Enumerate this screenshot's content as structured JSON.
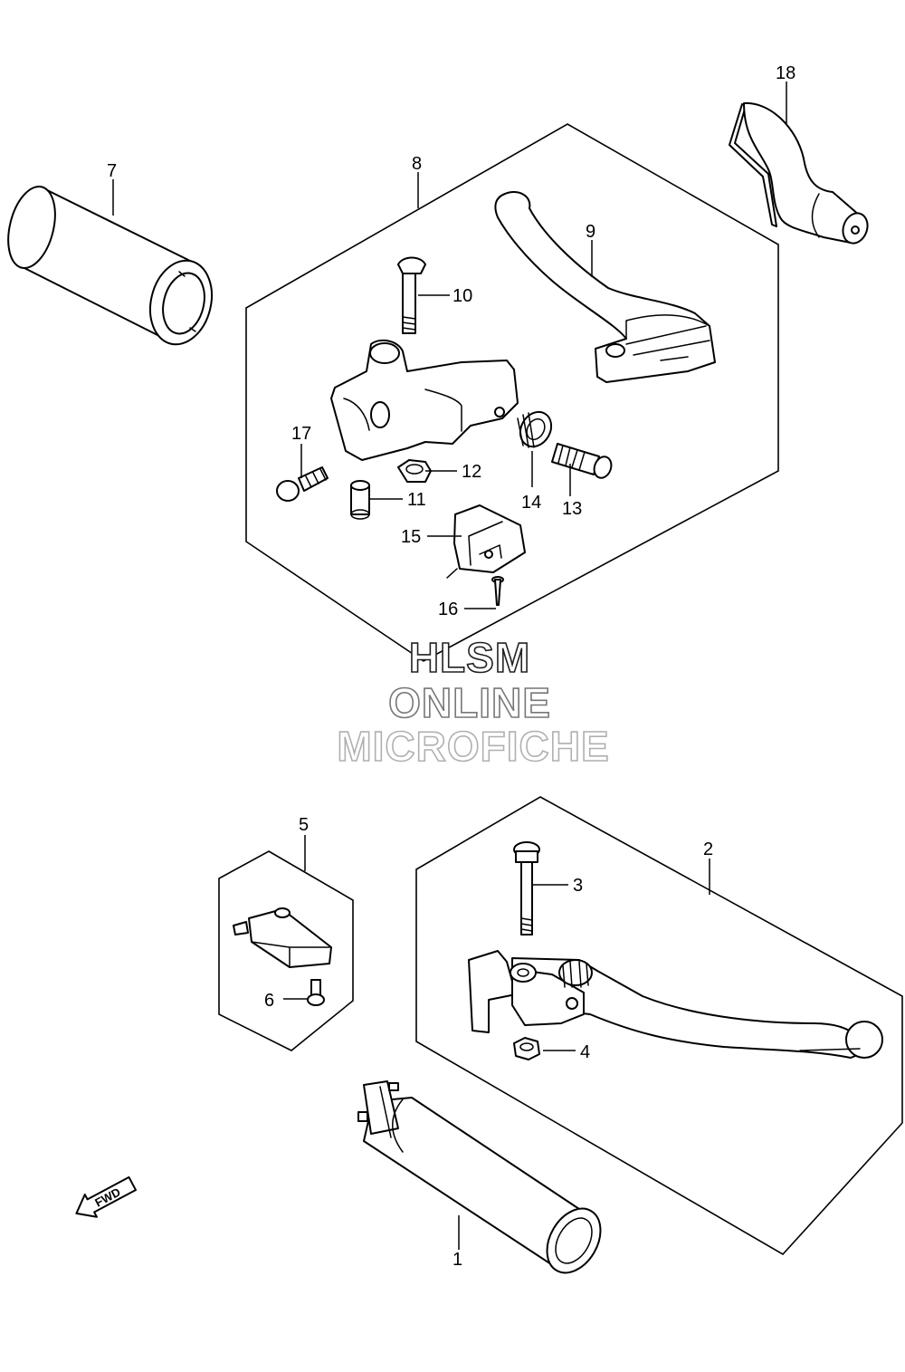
{
  "callouts": {
    "c1": "1",
    "c2": "2",
    "c3": "3",
    "c4": "4",
    "c5": "5",
    "c6": "6",
    "c7": "7",
    "c8": "8",
    "c9": "9",
    "c10": "10",
    "c11": "11",
    "c12": "12",
    "c13": "13",
    "c14": "14",
    "c15": "15",
    "c16": "16",
    "c17": "17",
    "c18": "18"
  },
  "watermark": {
    "line1": "HLSM",
    "line2": "ONLINE",
    "line3": "MICROFICHE"
  },
  "direction_marker": {
    "label": "FWD",
    "icon": "fwd-arrow-icon"
  },
  "colors": {
    "line": "#000000",
    "watermark_1": "#222222",
    "watermark_2": "#777777",
    "watermark_3": "#b0b0b0"
  }
}
